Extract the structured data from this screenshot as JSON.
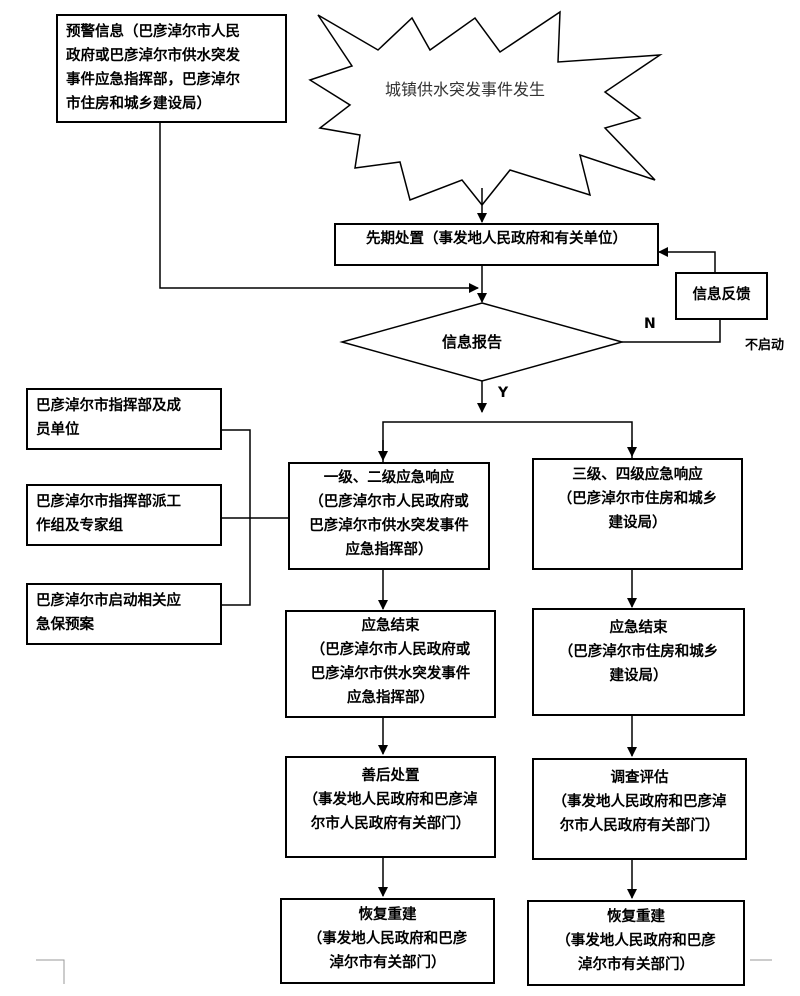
{
  "start_event": "城镇供水突发事件发生",
  "warning_info": [
    "预警信息（巴彦淖尔市人民",
    "政府或巴彦淖尔市供水突发",
    "事件应急指挥部，巴彦淖尔",
    "市住房和城乡建设局）"
  ],
  "initial_disposal": "先期处置（事发地人民政府和有关单位）",
  "info_feedback": "信息反馈",
  "info_report": "信息报告",
  "label_n": "N",
  "label_y": "Y",
  "not_started": "不启动",
  "side_boxes": [
    [
      "巴彦淖尔市指挥部及成",
      "员单位"
    ],
    [
      "巴彦淖尔市指挥部派工",
      "作组及专家组"
    ],
    [
      "巴彦淖尔市启动相关应",
      "急保预案"
    ]
  ],
  "left_column": {
    "response": [
      "一级、二级应急响应",
      "（巴彦淖尔市人民政府或",
      "巴彦淖尔市供水突发事件",
      "应急指挥部）"
    ],
    "end": [
      "应急结束",
      "（巴彦淖尔市人民政府或",
      "巴彦淖尔市供水突发事件",
      "应急指挥部）"
    ],
    "aftermath": [
      "善后处置",
      "（事发地人民政府和巴彦淖",
      "尔市人民政府有关部门）"
    ],
    "recovery": [
      "恢复重建",
      "（事发地人民政府和巴彦",
      "淖尔市有关部门）"
    ]
  },
  "right_column": {
    "response": [
      "三级、四级应急响应",
      "（巴彦淖尔市住房和城乡",
      "建设局）"
    ],
    "end": [
      "应急结束",
      "（巴彦淖尔市住房和城乡",
      "建设局）"
    ],
    "investigation": [
      "调查评估",
      "（事发地人民政府和巴彦淖",
      "尔市人民政府有关部门）"
    ],
    "recovery": [
      "恢复重建",
      "（事发地人民政府和巴彦",
      "淖尔市有关部门）"
    ]
  }
}
